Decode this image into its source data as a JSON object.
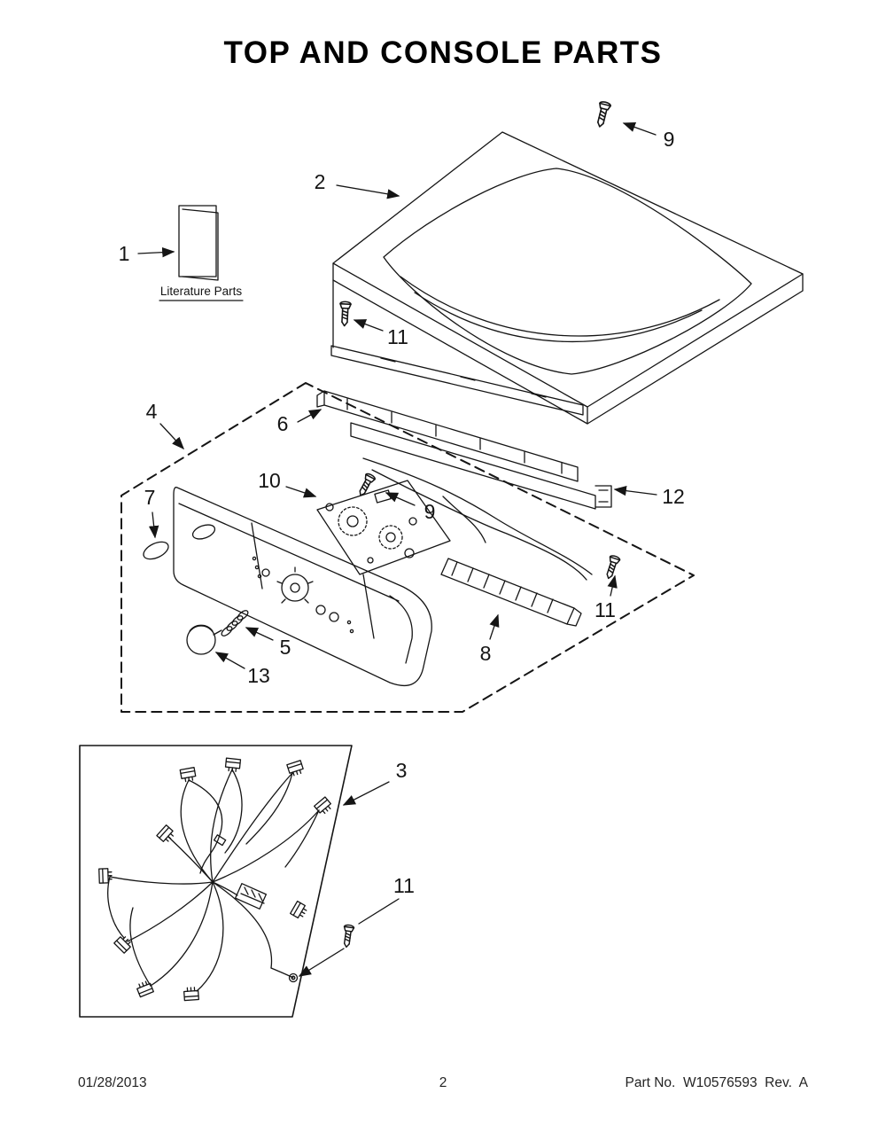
{
  "title": "TOP AND CONSOLE PARTS",
  "diagram": {
    "literature_label": "Literature Parts",
    "callouts": {
      "screw_top": "9",
      "top_panel": "2",
      "literature": "1",
      "screw_lid": "11",
      "console_group": "4",
      "bracket_front": "6",
      "control_board": "10",
      "screw_board": "9",
      "endcap_oval": "7",
      "bracket_rear": "12",
      "screw_bracket": "11",
      "spring": "5",
      "terminal_strip": "8",
      "knob": "13",
      "wire_harness": "3",
      "screw_harness": "11"
    }
  },
  "footer": {
    "date": "01/28/2013",
    "page_number": "2",
    "part_info": "Part No.  W10576593  Rev.  A"
  }
}
